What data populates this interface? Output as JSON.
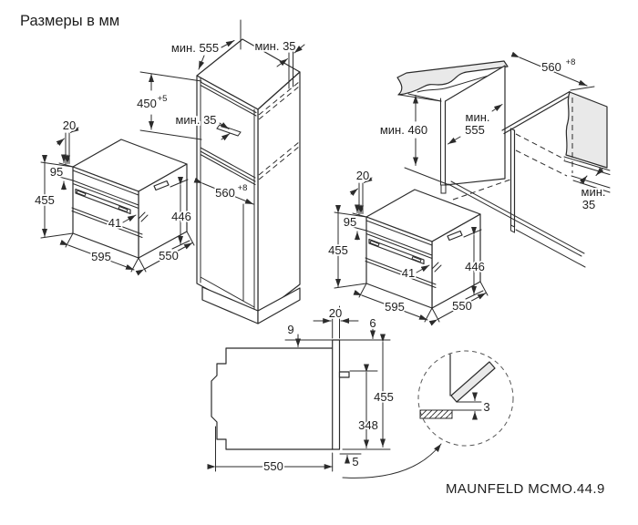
{
  "title": "Размеры в мм",
  "model_label": "MAUNFELD MCMO.44.9",
  "oven": {
    "front_gap": "20",
    "panel_height": "95",
    "height": "455",
    "door_overlap": "41",
    "body_height": "446",
    "width": "595",
    "depth": "550"
  },
  "tall_cabinet": {
    "min_depth": "мин. 555",
    "top_clearance": "мин. 35",
    "niche_height": "450",
    "niche_height_tol": "+5",
    "rear_clearance": "мин. 35",
    "niche_width": "560",
    "niche_width_tol": "+8"
  },
  "base_cabinet": {
    "niche_width": "560",
    "niche_width_tol": "+8",
    "min_height": "мин. 460",
    "min_depth_label": "мин.",
    "min_depth_value": "555",
    "rear_clearance_label": "мин.",
    "rear_clearance_value": "35"
  },
  "side_section": {
    "top_recess": "9",
    "door_thickness": "20",
    "front_gap": "6",
    "height": "455",
    "lower_height": "348",
    "bottom_gap": "5",
    "depth": "550"
  },
  "door_detail": {
    "door_gap": "3"
  }
}
